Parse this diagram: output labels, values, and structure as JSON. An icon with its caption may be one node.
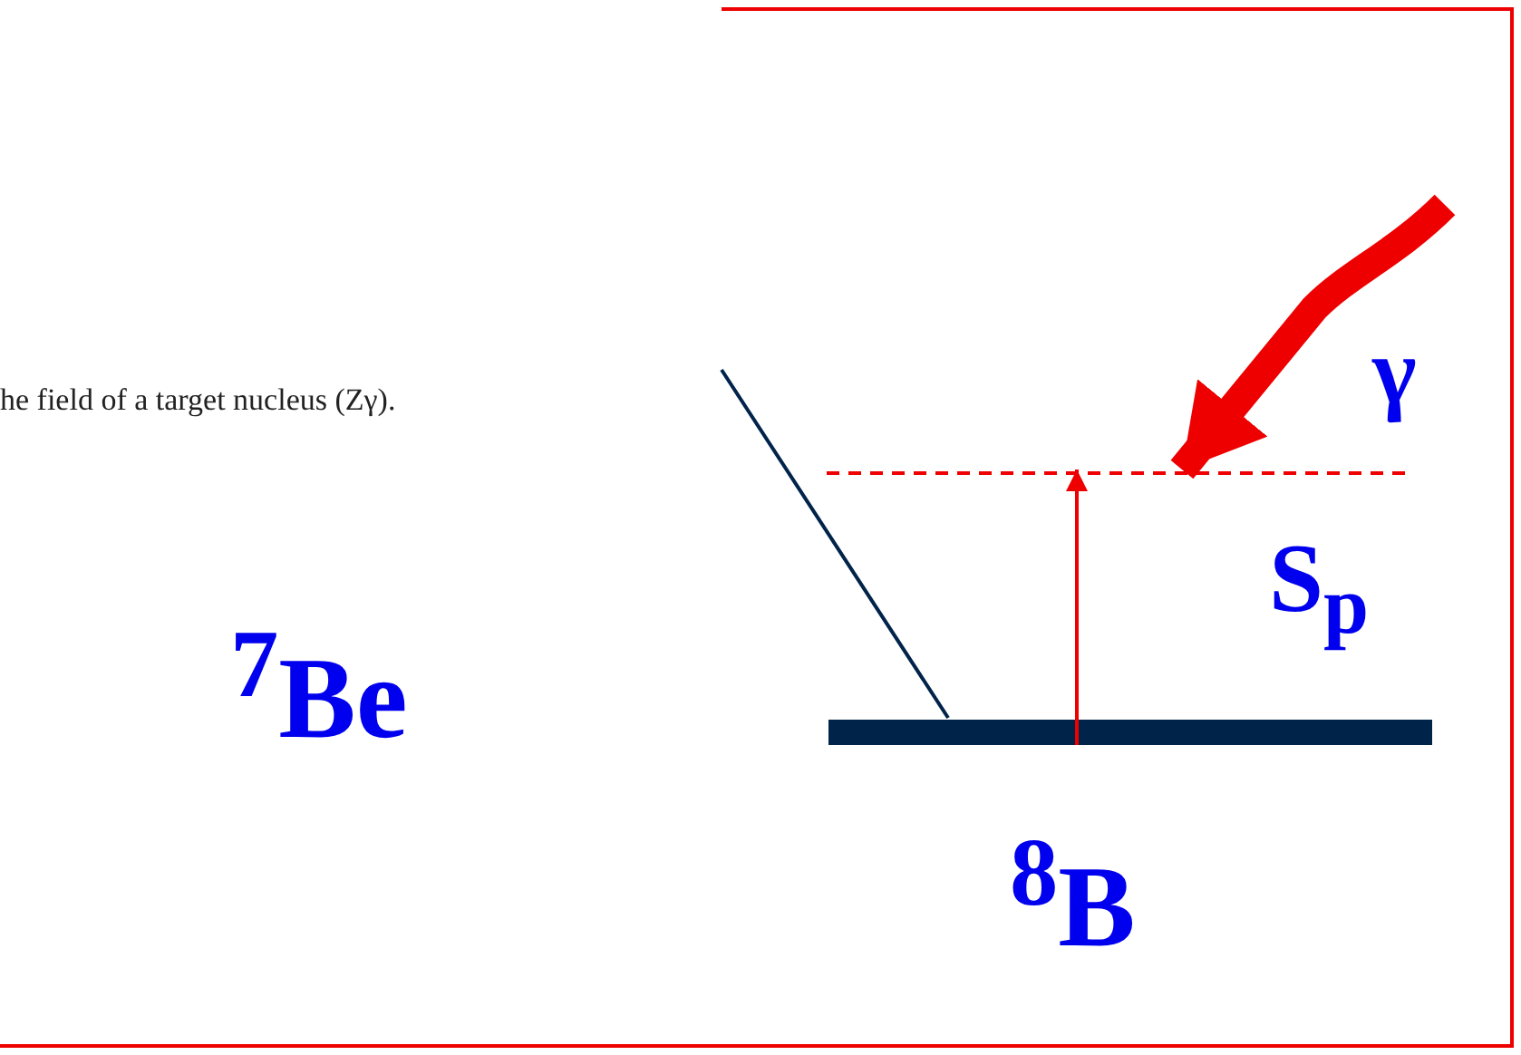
{
  "diagram": {
    "nodes": [
      {
        "text": [],
        "shape": "bar",
        "beside": [
          "$^{8}$B"
        ]
      },
      {
        "text": [],
        "shape": "line"
      }
    ],
    "edges": [
      {
        "from": 0,
        "to": 1,
        "arrow": "to"
      },
      {
        "from": null,
        "to": 1,
        "arrow": "to",
        "style": "thick"
      },
      {
        "from": null,
        "to": 0,
        "arrow": "none",
        "color": "#00234a"
      }
    ],
    "labels": [
      "he field of a target nucleus (Zγ).",
      "$^{7}$Be",
      "S$_{p}$",
      "γ"
    ]
  }
}
